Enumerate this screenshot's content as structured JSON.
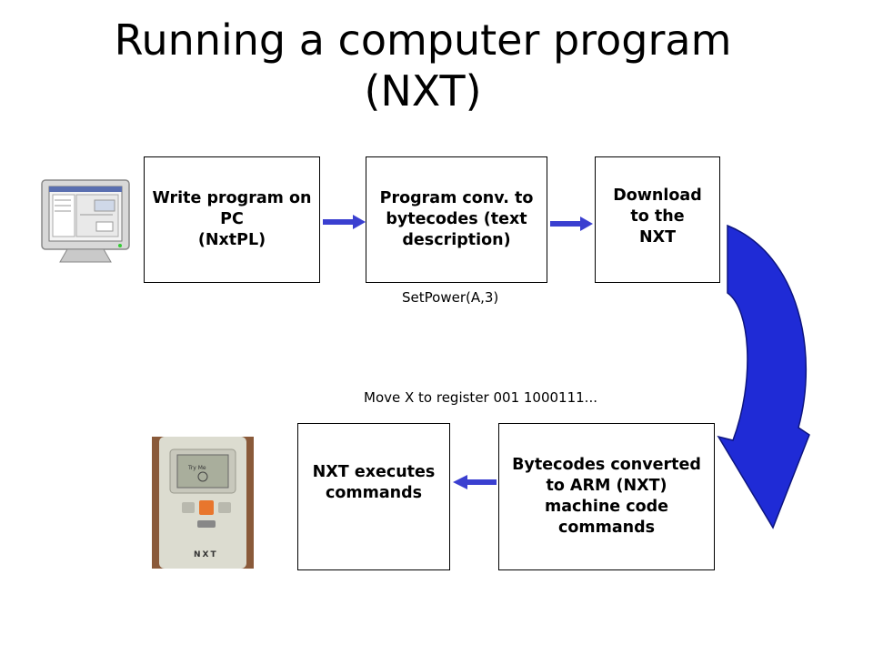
{
  "title": "Running a computer program\n(NXT)",
  "steps": {
    "write": "Write program on\nPC\n(NxtPL)",
    "convert": "Program conv. to\nbytecodes (text\ndescription)",
    "download": "Download\nto the\nNXT",
    "arm": "Bytecodes converted\nto ARM (NXT)\nmachine code\ncommands",
    "execute": "NXT executes\ncommands"
  },
  "notes": {
    "bytecode_example": "SetPower(A,3)",
    "machine_code_example": "Move X to register 001 1000111..."
  },
  "brick_label": "NXT",
  "colors": {
    "arrow": "#3a3fd0",
    "curved_arrow": "#1f2bd6",
    "brick_body": "#dcdcd0",
    "brick_button": "#e8762d"
  },
  "icons": {
    "computer": "computer-icon",
    "brick": "nxt-brick-photo"
  }
}
